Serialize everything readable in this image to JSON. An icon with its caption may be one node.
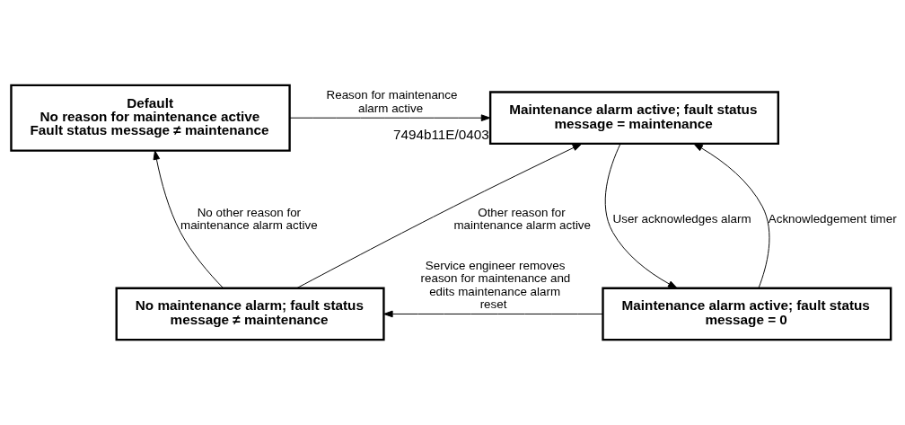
{
  "diagram": {
    "nodes": [
      {
        "text": [
          "Default",
          "No reason for maintenance active",
          "Fault status message ≠ maintenance"
        ]
      },
      {
        "text": [
          "Maintenance alarm active; fault status message = maintenance"
        ],
        "beside": [
          "7494b11E/0403"
        ]
      },
      {
        "text": [
          "No maintenance alarm; fault status message ≠ maintenance"
        ]
      },
      {
        "text": [
          "Maintenance alarm active; fault status message = 0"
        ]
      }
    ],
    "edges": [
      {
        "from": 0,
        "to": 1,
        "arrow": "to",
        "label": "Reason for maintenance alarm active"
      },
      {
        "from": 2,
        "to": 0,
        "arrow": "to",
        "label": "No other reason for maintenance alarm active"
      },
      {
        "from": 2,
        "to": 1,
        "arrow": "to",
        "label": "Other reason for maintenance alarm active"
      },
      {
        "from": 1,
        "to": 3,
        "arrow": "to",
        "label": "User acknowledges alarm"
      },
      {
        "from": 3,
        "to": 2,
        "arrow": "to",
        "label": "Service engineer removes reason for maintenance and edits maintenance alarm reset"
      },
      {
        "from": 3,
        "to": 1,
        "arrow": "to",
        "label": "Acknowledgement timer"
      }
    ]
  }
}
